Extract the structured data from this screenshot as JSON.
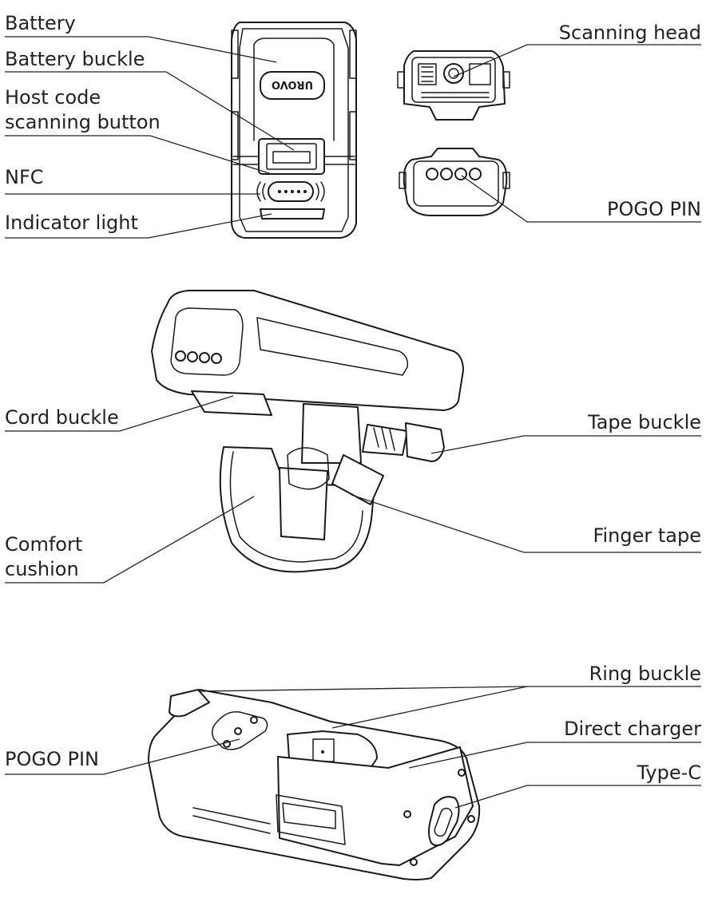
{
  "labels": {
    "battery": "Battery",
    "battery_buckle": "Battery buckle",
    "host_code_1": "Host code",
    "host_code_2": "scanning button",
    "nfc": "NFC",
    "indicator_light": "Indicator light",
    "scanning_head": "Scanning head",
    "pogo_pin_top": "POGO PIN",
    "cord_buckle": "Cord buckle",
    "tape_buckle": "Tape buckle",
    "finger_tape": "Finger tape",
    "comfort_1": "Comfort",
    "comfort_2": "cushion",
    "ring_buckle": "Ring buckle",
    "direct_charger": "Direct charger",
    "type_c": "Type-C",
    "pogo_pin_bottom": "POGO PIN"
  },
  "device_logo": "UROVO"
}
